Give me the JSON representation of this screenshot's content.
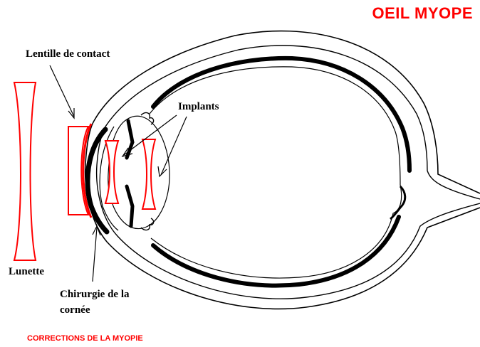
{
  "title": "OEIL MYOPE",
  "caption": "CORRECTIONS DE LA MYOPIE",
  "labels": {
    "contact_lens": "Lentille de contact",
    "implants": "Implants",
    "glasses": "Lunette",
    "surgery_line1": "Chirurgie de la",
    "surgery_line2": "cornée"
  },
  "colors": {
    "accent": "#ff0000",
    "ink": "#000000",
    "background": "#ffffff"
  }
}
